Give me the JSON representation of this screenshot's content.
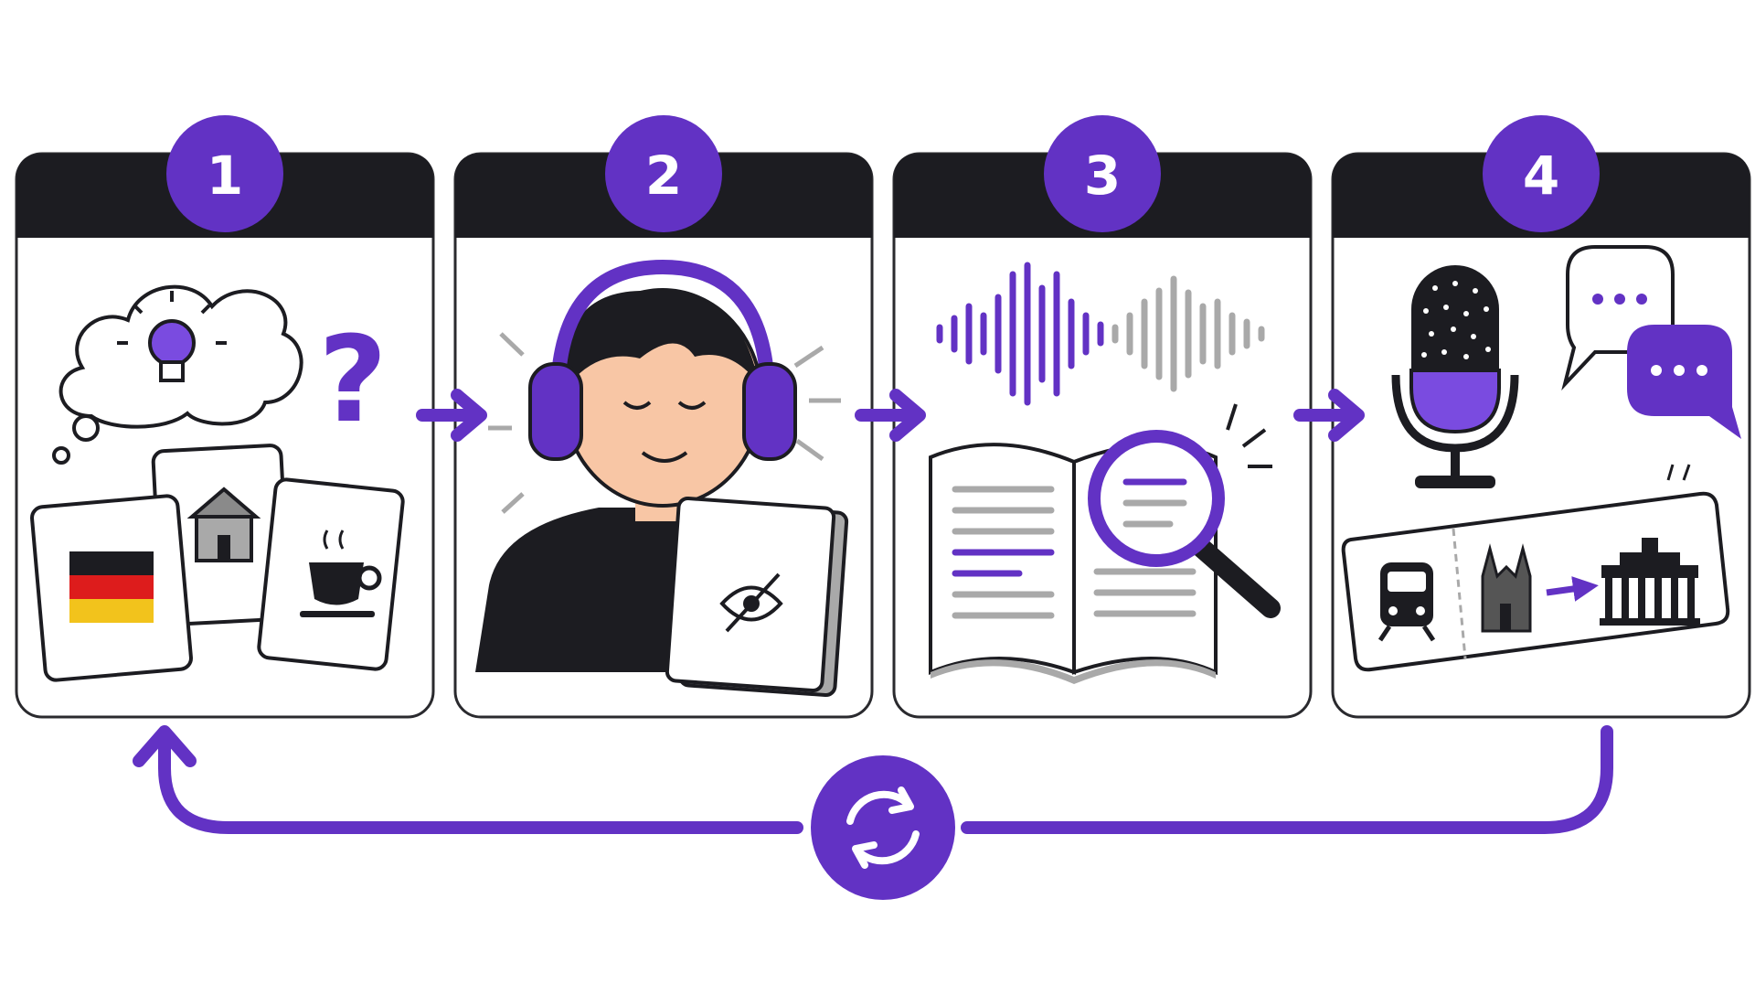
{
  "steps": [
    {
      "number": "1",
      "topic": "recall-vocabulary-flashcards",
      "icons": [
        "thought-bubble-lightbulb",
        "question-mark",
        "german-flag-card",
        "house-card",
        "coffee-cup-card"
      ]
    },
    {
      "number": "2",
      "topic": "listen-without-reading",
      "icons": [
        "headphones-listener",
        "hidden-text-book"
      ]
    },
    {
      "number": "3",
      "topic": "read-along-with-audio",
      "icons": [
        "audio-waveform",
        "open-book",
        "magnifying-glass"
      ]
    },
    {
      "number": "4",
      "topic": "speak-and-practice-in-context",
      "icons": [
        "microphone",
        "speech-bubbles",
        "travel-ticket"
      ]
    }
  ],
  "cycle_icon": "repeat-cycle-icon",
  "colors": {
    "accent": "#6232c4",
    "header": "#1c1c21",
    "card_border": "#2a2a2e",
    "skin": "#f8c6a5",
    "gray": "#a9a9a9"
  }
}
